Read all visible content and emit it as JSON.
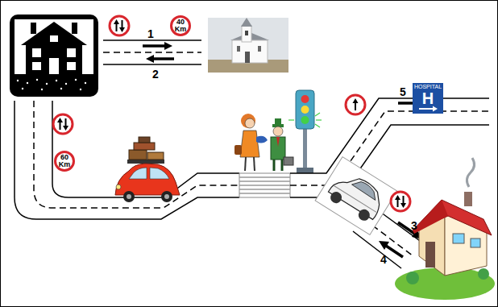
{
  "diagram": {
    "nodes": [
      {
        "text": [
          "40 Km"
        ]
      },
      {
        "text": [
          "HOSPITAL",
          "H"
        ]
      },
      {
        "text": [
          "60 Km"
        ]
      }
    ],
    "labels": [
      "1",
      "2",
      "3",
      "4",
      "5"
    ]
  }
}
